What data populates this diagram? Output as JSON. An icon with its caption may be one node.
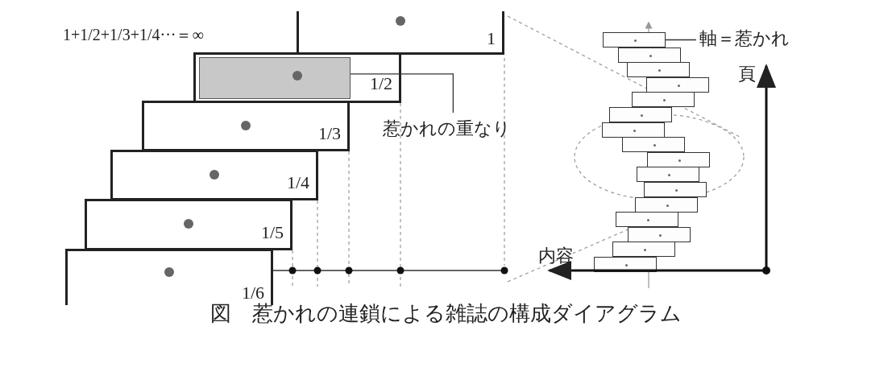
{
  "diagram": {
    "caption": "図　惹かれの連鎖による雑誌の構成ダイアグラム",
    "nodes": [
      {
        "text": [
          "1"
        ]
      },
      {
        "text": [
          "1/2"
        ]
      },
      {
        "text": [],
        "shape": "box",
        "in": 1
      },
      {
        "text": [
          "1/3"
        ]
      },
      {
        "text": [
          "1/4"
        ]
      },
      {
        "text": [
          "1/5"
        ]
      },
      {
        "text": [
          "1/6"
        ]
      },
      {
        "text": [
          "惹かれの重なり"
        ]
      },
      {
        "text": [],
        "shape": "box"
      },
      {
        "text": [],
        "shape": "box"
      },
      {
        "text": [],
        "shape": "box"
      },
      {
        "text": [],
        "shape": "box"
      },
      {
        "text": [],
        "shape": "box"
      },
      {
        "text": [],
        "shape": "box"
      },
      {
        "text": [],
        "shape": "box"
      },
      {
        "text": [],
        "shape": "box"
      },
      {
        "text": [],
        "shape": "box"
      },
      {
        "text": [],
        "shape": "box"
      },
      {
        "text": [],
        "shape": "box"
      },
      {
        "text": [],
        "shape": "box"
      },
      {
        "text": [],
        "shape": "box"
      },
      {
        "text": [],
        "shape": "box"
      },
      {
        "text": [],
        "shape": "box"
      },
      {
        "text": [],
        "shape": "box"
      },
      {
        "text": [
          "軸＝惹かれ"
        ]
      }
    ],
    "edges": [
      {
        "from": 7,
        "to": 2,
        "arrow": "none"
      },
      {
        "from": 24,
        "to": 8,
        "arrow": "none"
      }
    ],
    "labels": [
      "1+1/2+1/3+1/4···＝∞",
      "頁",
      "内容"
    ]
  }
}
